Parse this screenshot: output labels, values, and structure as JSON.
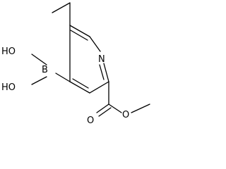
{
  "molecule": {
    "atoms": {
      "boron": "B",
      "hydroxyl_upper": "HO",
      "hydroxyl_lower": "HO",
      "ring_nitrogen": "N",
      "carbonyl_oxygen": "O",
      "ester_oxygen": "O"
    }
  },
  "colors": {
    "line": "#000000",
    "background": "#ffffff"
  }
}
